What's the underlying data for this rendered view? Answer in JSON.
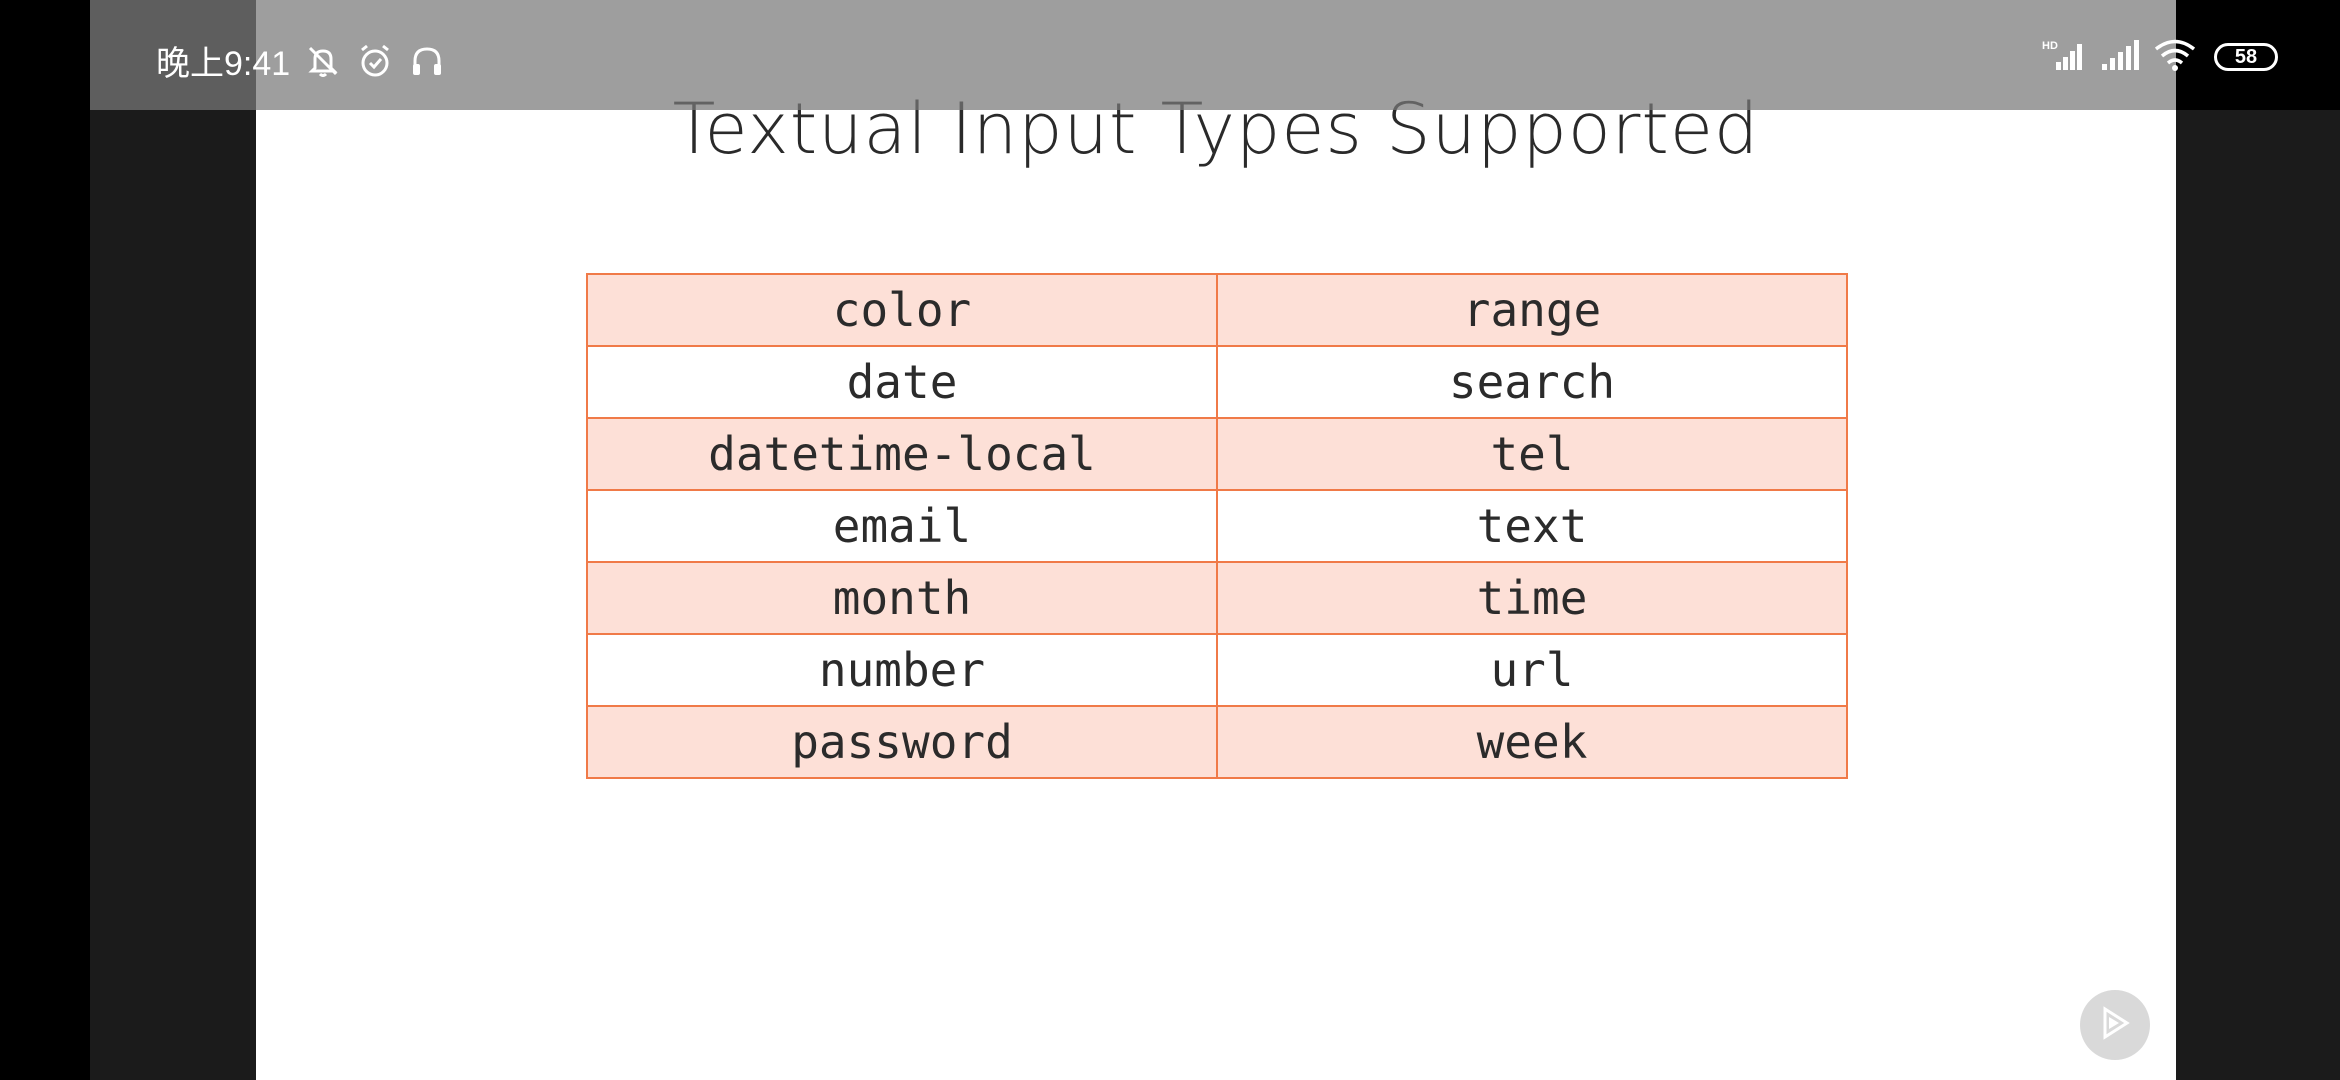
{
  "status_bar": {
    "time": "晚上9:41",
    "icons": [
      "bell-muted-icon",
      "alarm-icon",
      "headset-icon",
      "hd-signal-icon",
      "signal-icon",
      "wifi-icon"
    ],
    "battery": "58"
  },
  "slide": {
    "title": "Textual Input Types Supported",
    "colors": {
      "border": "#f07a48",
      "shade": "#fde0d7"
    },
    "table": [
      [
        "color",
        "range"
      ],
      [
        "date",
        "search"
      ],
      [
        "datetime-local",
        "tel"
      ],
      [
        "email",
        "text"
      ],
      [
        "month",
        "time"
      ],
      [
        "number",
        "url"
      ],
      [
        "password",
        "week"
      ]
    ]
  },
  "controls": {
    "play_icon": "play-icon"
  }
}
